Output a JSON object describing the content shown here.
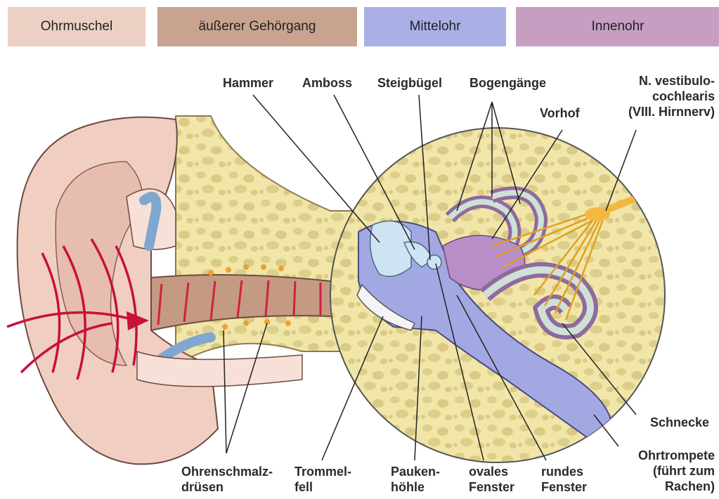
{
  "header": {
    "segments": [
      {
        "label": "Ohrmuschel",
        "color": "#ecd0c4"
      },
      {
        "label": "äußerer Gehörgang",
        "color": "#c8a490"
      },
      {
        "label": "Mittelohr",
        "color": "#aab0e6"
      },
      {
        "label": "Innenohr",
        "color": "#c69ec2"
      }
    ]
  },
  "labels": {
    "hammer": "Hammer",
    "amboss": "Amboss",
    "steigbuegel": "Steigbügel",
    "bogengaenge": "Bogengänge",
    "nerv": [
      "N. vestibulo-",
      "cochlearis",
      "(VIII. Hirnnerv)"
    ],
    "vorhof": "Vorhof",
    "schnecke": "Schnecke",
    "ohrtrompete": [
      "Ohrtrompete",
      "(führt zum",
      "Rachen)"
    ],
    "ohrenschmalz": [
      "Ohrenschmalz-",
      "drüsen"
    ],
    "trommelfell": [
      "Trommel-",
      "fell"
    ],
    "paukenhoehle": [
      "Pauken-",
      "höhle"
    ],
    "ovales_fenster": [
      "ovales",
      "Fenster"
    ],
    "rundes_fenster": [
      "rundes",
      "Fenster"
    ]
  }
}
